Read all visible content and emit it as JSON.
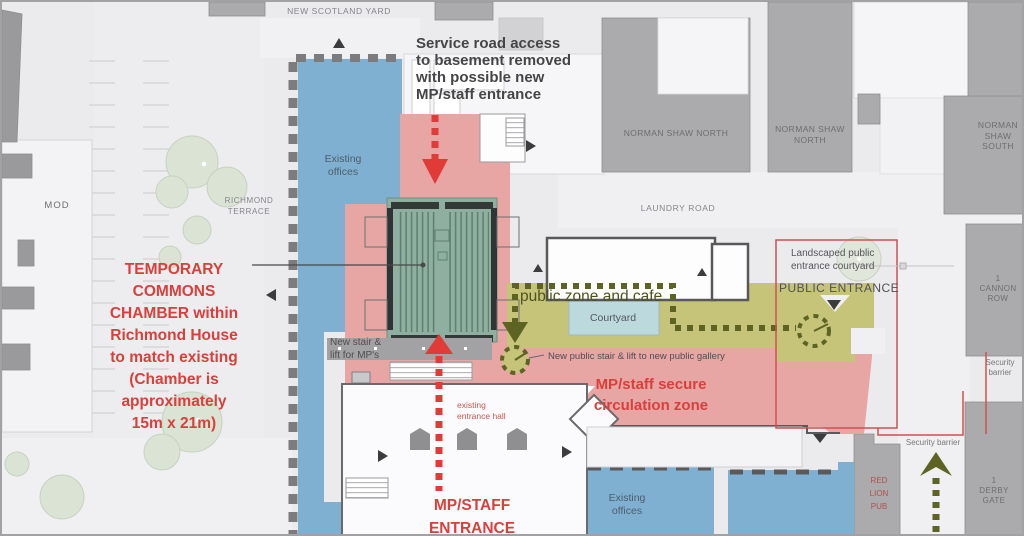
{
  "title": "Richmond House temporary Commons Chamber site plan",
  "colors": {
    "street_bg": "#ebebed",
    "building_grey": "#ababad",
    "building_white": "#f8f8fa",
    "wall_dark": "#5a5a5c",
    "retained_blue": "#7fb0d2",
    "secure_salmon": "#e7a5a4",
    "public_olive": "#c6c479",
    "path_olive_dark": "#5c6323",
    "chamber_green": "#8fb0a1",
    "courtyard_blue": "#bcdade",
    "annotation_red": "#d8403c",
    "barrier_red": "#d05050",
    "text_grey": "#6e6e71",
    "text_dark": "#454547",
    "tree_green": "#dbe3d4"
  },
  "streets": {
    "new_scotland_yard": "NEW SCOTLAND YARD",
    "laundry_road": "LAUNDRY ROAD",
    "richmond_terrace": "RICHMOND\nTERRACE"
  },
  "buildings": {
    "mod": "MOD",
    "norman_shaw_north_1": "NORMAN SHAW NORTH",
    "norman_shaw_north_2": "NORMAN SHAW\nNORTH",
    "norman_shaw_south": "NORMAN\nSHAW\nSOUTH",
    "one_cannon_row": "1 CANNON\nROW",
    "red_lion_pub": "RED\nLION\nPUB",
    "one_derby_gate": "1 DERBY GATE",
    "existing_offices_west": "Existing\noffices",
    "existing_offices_south": "Existing\noffices"
  },
  "zones": {
    "public_zone": "public zone and cafe",
    "mp_staff_zone": "MP/staff secure\ncirculation zone",
    "courtyard": "Courtyard"
  },
  "entrances": {
    "mp_staff": "MP/STAFF\nENTRANCE",
    "public": "PUBLIC ENTRANCE"
  },
  "annotations": {
    "service_road": "Service road access\nto basement removed\nwith possible new\nMP/staff entrance",
    "temporary_chamber": "TEMPORARY\nCOMMONS\nCHAMBER within\nRichmond House\nto match existing\n(Chamber is\napproximately\n15m x 21m)",
    "landscaped_courtyard": "Landscaped public\nentrance courtyard",
    "new_stair_mp": "New stair &\nlift for MP's",
    "new_public_stair": "New public stair & lift to new public gallery",
    "existing_entrance_hall": "existing\nentrance hall",
    "security_barrier_east": "Security\nbarrier",
    "security_barrier_south": "Security barrier"
  }
}
